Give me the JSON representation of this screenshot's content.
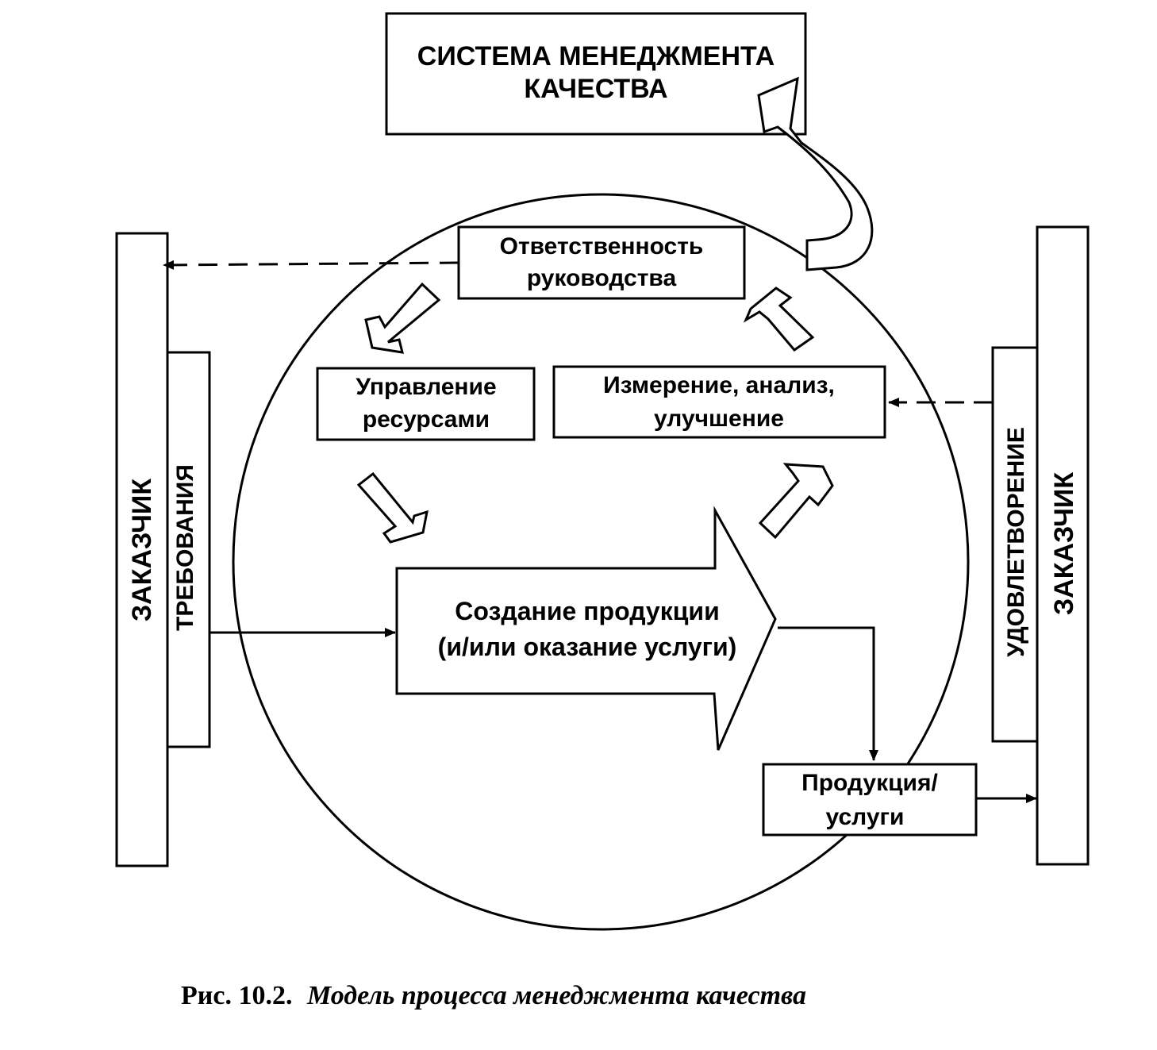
{
  "top_box": {
    "line1": "СИСТЕМА МЕНЕДЖМЕНТА",
    "line2": "КАЧЕСТВА"
  },
  "left_side": {
    "customer": "ЗАКАЗЧИК",
    "requirements": "ТРЕБОВАНИЯ"
  },
  "right_side": {
    "satisfaction": "УДОВЛЕТВОРЕНИЕ",
    "customer": "ЗАКАЗЧИК"
  },
  "processes": {
    "responsibility": {
      "line1": "Ответственность",
      "line2": "руководства"
    },
    "resources": {
      "line1": "Управление",
      "line2": "ресурсами"
    },
    "measurement": {
      "line1": "Измерение, анализ,",
      "line2": "улучшение"
    },
    "creation": {
      "line1": "Создание продукции",
      "line2": "(и/или оказание услуги)"
    },
    "product": {
      "line1": "Продукция/",
      "line2": "услуги"
    }
  },
  "caption": {
    "number": "Рис. 10.2.",
    "title": "Модель процесса менеджмента качества"
  }
}
